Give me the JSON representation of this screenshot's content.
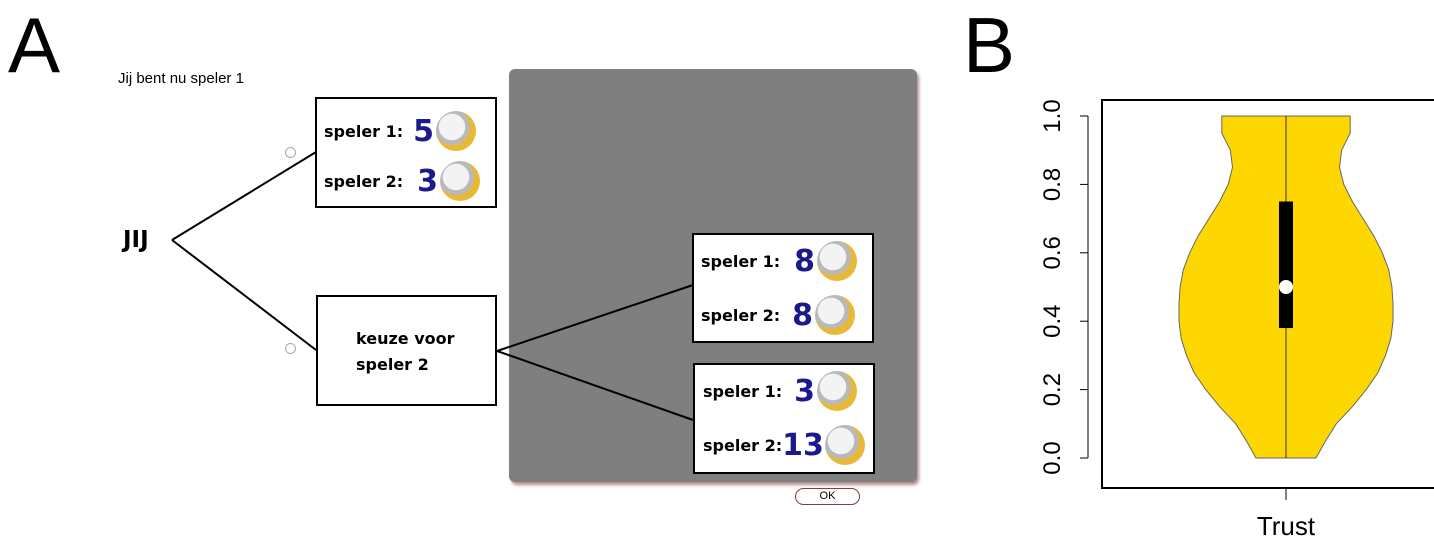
{
  "panel_a": {
    "letter": "A",
    "instruction": "Jij bent nu speler 1",
    "root_label": "JIJ",
    "top_box": {
      "p1_label": "speler 1:",
      "p1_value": "5",
      "p2_label": "speler 2:",
      "p2_value": "3"
    },
    "keuze_box": {
      "line1": "keuze voor",
      "line2": "speler 2"
    },
    "right_top_box": {
      "p1_label": "speler 1:",
      "p1_value": "8",
      "p2_label": "speler 2:",
      "p2_value": "8"
    },
    "right_bottom_box": {
      "p1_label": "speler 1:",
      "p1_value": "3",
      "p2_label": "speler 2:",
      "p2_value": "13"
    },
    "ok_label": "OK",
    "coin_icon": "euro-coin-icon"
  },
  "panel_b": {
    "letter": "B"
  },
  "chart_data": {
    "type": "violin",
    "categories": [
      "Trust"
    ],
    "xlabel": "",
    "ylabel": "",
    "ylim": [
      0,
      1
    ],
    "yticks": [
      0.0,
      0.2,
      0.4,
      0.6,
      0.8,
      1.0
    ],
    "ytick_labels": [
      "0.0",
      "0.2",
      "0.4",
      "0.6",
      "0.8",
      "1.0"
    ],
    "median": 0.5,
    "q1": 0.38,
    "q3": 0.75,
    "min": 0.0,
    "max": 1.0,
    "fill_color": "#ffd700",
    "density_profile": [
      [
        0.0,
        0.28
      ],
      [
        0.05,
        0.37
      ],
      [
        0.1,
        0.47
      ],
      [
        0.15,
        0.62
      ],
      [
        0.2,
        0.75
      ],
      [
        0.25,
        0.86
      ],
      [
        0.3,
        0.93
      ],
      [
        0.35,
        0.98
      ],
      [
        0.4,
        1.0
      ],
      [
        0.45,
        1.0
      ],
      [
        0.5,
        0.99
      ],
      [
        0.55,
        0.96
      ],
      [
        0.6,
        0.9
      ],
      [
        0.65,
        0.82
      ],
      [
        0.7,
        0.72
      ],
      [
        0.75,
        0.62
      ],
      [
        0.8,
        0.54
      ],
      [
        0.85,
        0.5
      ],
      [
        0.9,
        0.52
      ],
      [
        0.95,
        0.6
      ],
      [
        1.0,
        0.6
      ]
    ],
    "grid": false
  }
}
